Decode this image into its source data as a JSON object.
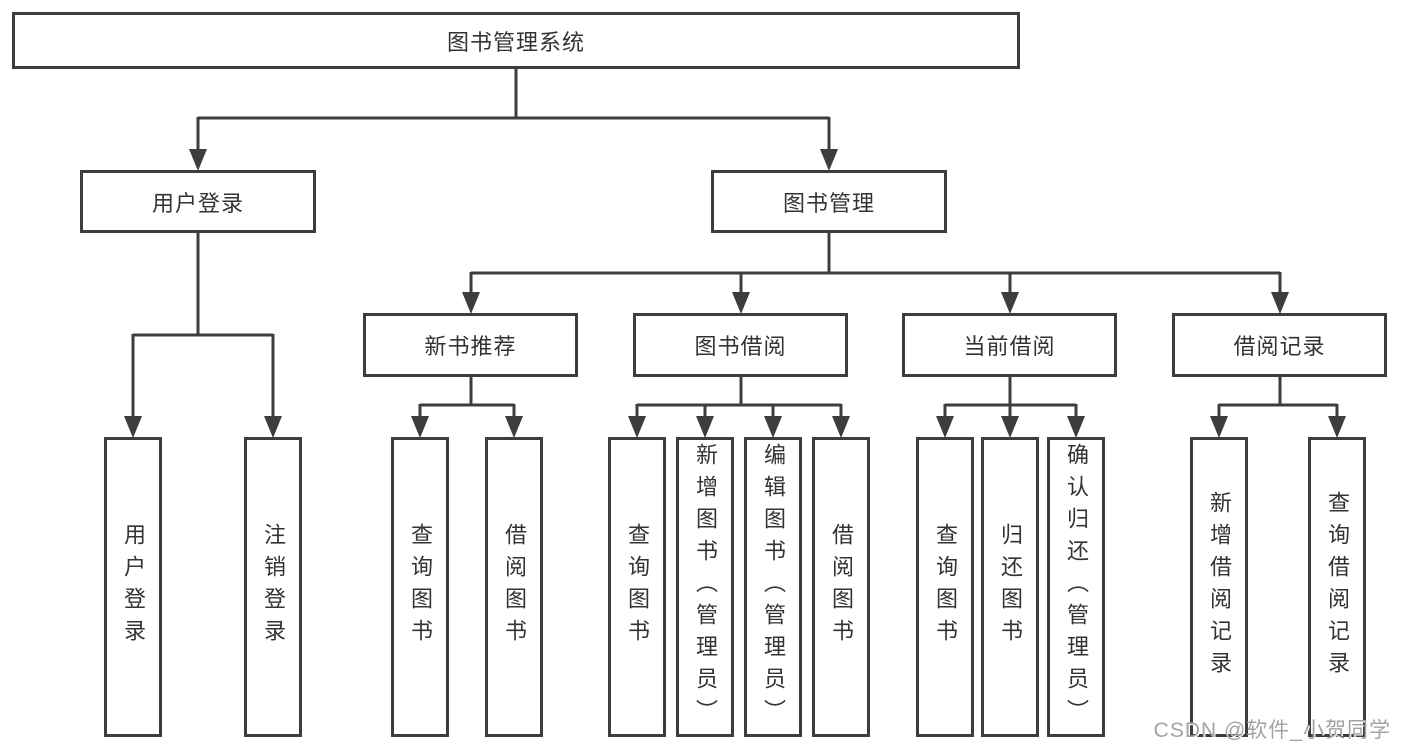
{
  "diagram": {
    "root": {
      "label": "图书管理系统"
    },
    "level1": [
      {
        "label": "用户登录",
        "children": [
          {
            "label": "用户登录"
          },
          {
            "label": "注销登录"
          }
        ]
      },
      {
        "label": "图书管理",
        "children": [
          {
            "label": "新书推荐",
            "children": [
              {
                "label": "查询图书"
              },
              {
                "label": "借阅图书"
              }
            ]
          },
          {
            "label": "图书借阅",
            "children": [
              {
                "label": "查询图书"
              },
              {
                "label": "新增图书（管理员）"
              },
              {
                "label": "编辑图书（管理员）"
              },
              {
                "label": "借阅图书"
              }
            ]
          },
          {
            "label": "当前借阅",
            "children": [
              {
                "label": "查询图书"
              },
              {
                "label": "归还图书"
              },
              {
                "label": "确认归还（管理员）"
              }
            ]
          },
          {
            "label": "借阅记录",
            "children": [
              {
                "label": "新增借阅记录"
              },
              {
                "label": "查询借阅记录"
              }
            ]
          }
        ]
      }
    ]
  },
  "watermark": {
    "text": "CSDN @软件_小贺同学"
  },
  "style": {
    "line_color": "#3d3d3d",
    "text_color": "#333333",
    "watermark_color": "#a3a3a3",
    "background": "#ffffff"
  }
}
